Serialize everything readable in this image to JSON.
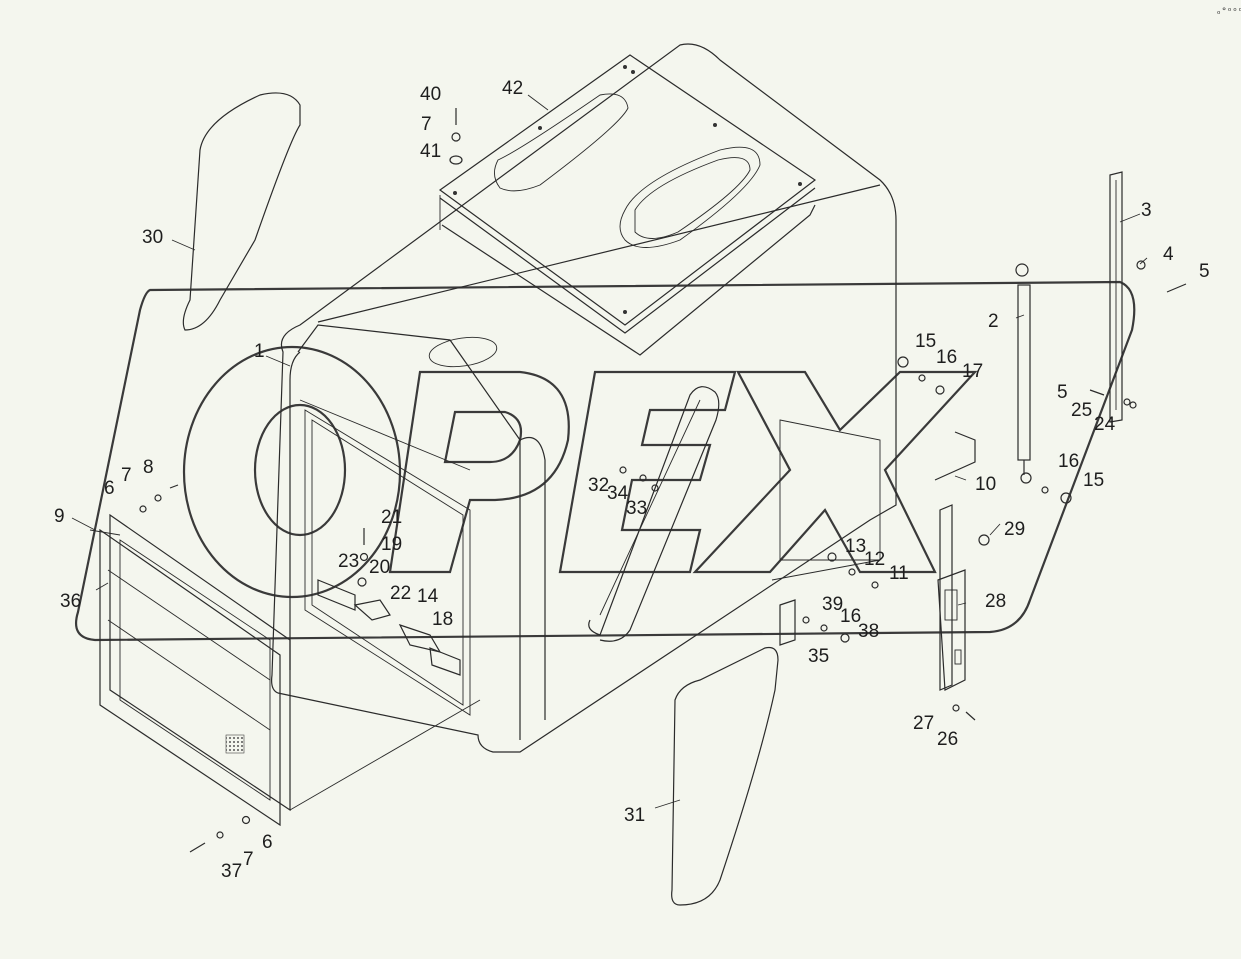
{
  "diagram": {
    "watermark_text": "OPEX",
    "corner_mark": "ₒ°ᵒᵒᵒ",
    "callouts": [
      {
        "id": "c42",
        "text": "42"
      },
      {
        "id": "c40",
        "text": "40"
      },
      {
        "id": "c7a",
        "text": "7"
      },
      {
        "id": "c41",
        "text": "41"
      },
      {
        "id": "c30",
        "text": "30"
      },
      {
        "id": "c1",
        "text": "1"
      },
      {
        "id": "c3",
        "text": "3"
      },
      {
        "id": "c4",
        "text": "4"
      },
      {
        "id": "c5a",
        "text": "5"
      },
      {
        "id": "c2",
        "text": "2"
      },
      {
        "id": "c15a",
        "text": "15"
      },
      {
        "id": "c16a",
        "text": "16"
      },
      {
        "id": "c17",
        "text": "17"
      },
      {
        "id": "c5b",
        "text": "5"
      },
      {
        "id": "c25",
        "text": "25"
      },
      {
        "id": "c24",
        "text": "24"
      },
      {
        "id": "c16b",
        "text": "16"
      },
      {
        "id": "c15b",
        "text": "15"
      },
      {
        "id": "c10",
        "text": "10"
      },
      {
        "id": "c32",
        "text": "32"
      },
      {
        "id": "c34",
        "text": "34"
      },
      {
        "id": "c33",
        "text": "33"
      },
      {
        "id": "c8",
        "text": "8"
      },
      {
        "id": "c7b",
        "text": "7"
      },
      {
        "id": "c6a",
        "text": "6"
      },
      {
        "id": "c9",
        "text": "9"
      },
      {
        "id": "c21",
        "text": "21"
      },
      {
        "id": "c19",
        "text": "19"
      },
      {
        "id": "c20",
        "text": "20"
      },
      {
        "id": "c23",
        "text": "23"
      },
      {
        "id": "c22",
        "text": "22"
      },
      {
        "id": "c14",
        "text": "14"
      },
      {
        "id": "c18",
        "text": "18"
      },
      {
        "id": "c36",
        "text": "36"
      },
      {
        "id": "c29",
        "text": "29"
      },
      {
        "id": "c13",
        "text": "13"
      },
      {
        "id": "c12",
        "text": "12"
      },
      {
        "id": "c11",
        "text": "11"
      },
      {
        "id": "c28",
        "text": "28"
      },
      {
        "id": "c39",
        "text": "39"
      },
      {
        "id": "c16c",
        "text": "16"
      },
      {
        "id": "c38",
        "text": "38"
      },
      {
        "id": "c35",
        "text": "35"
      },
      {
        "id": "c27",
        "text": "27"
      },
      {
        "id": "c26",
        "text": "26"
      },
      {
        "id": "c31",
        "text": "31"
      },
      {
        "id": "c6b",
        "text": "6"
      },
      {
        "id": "c7c",
        "text": "7"
      },
      {
        "id": "c37",
        "text": "37"
      }
    ]
  }
}
